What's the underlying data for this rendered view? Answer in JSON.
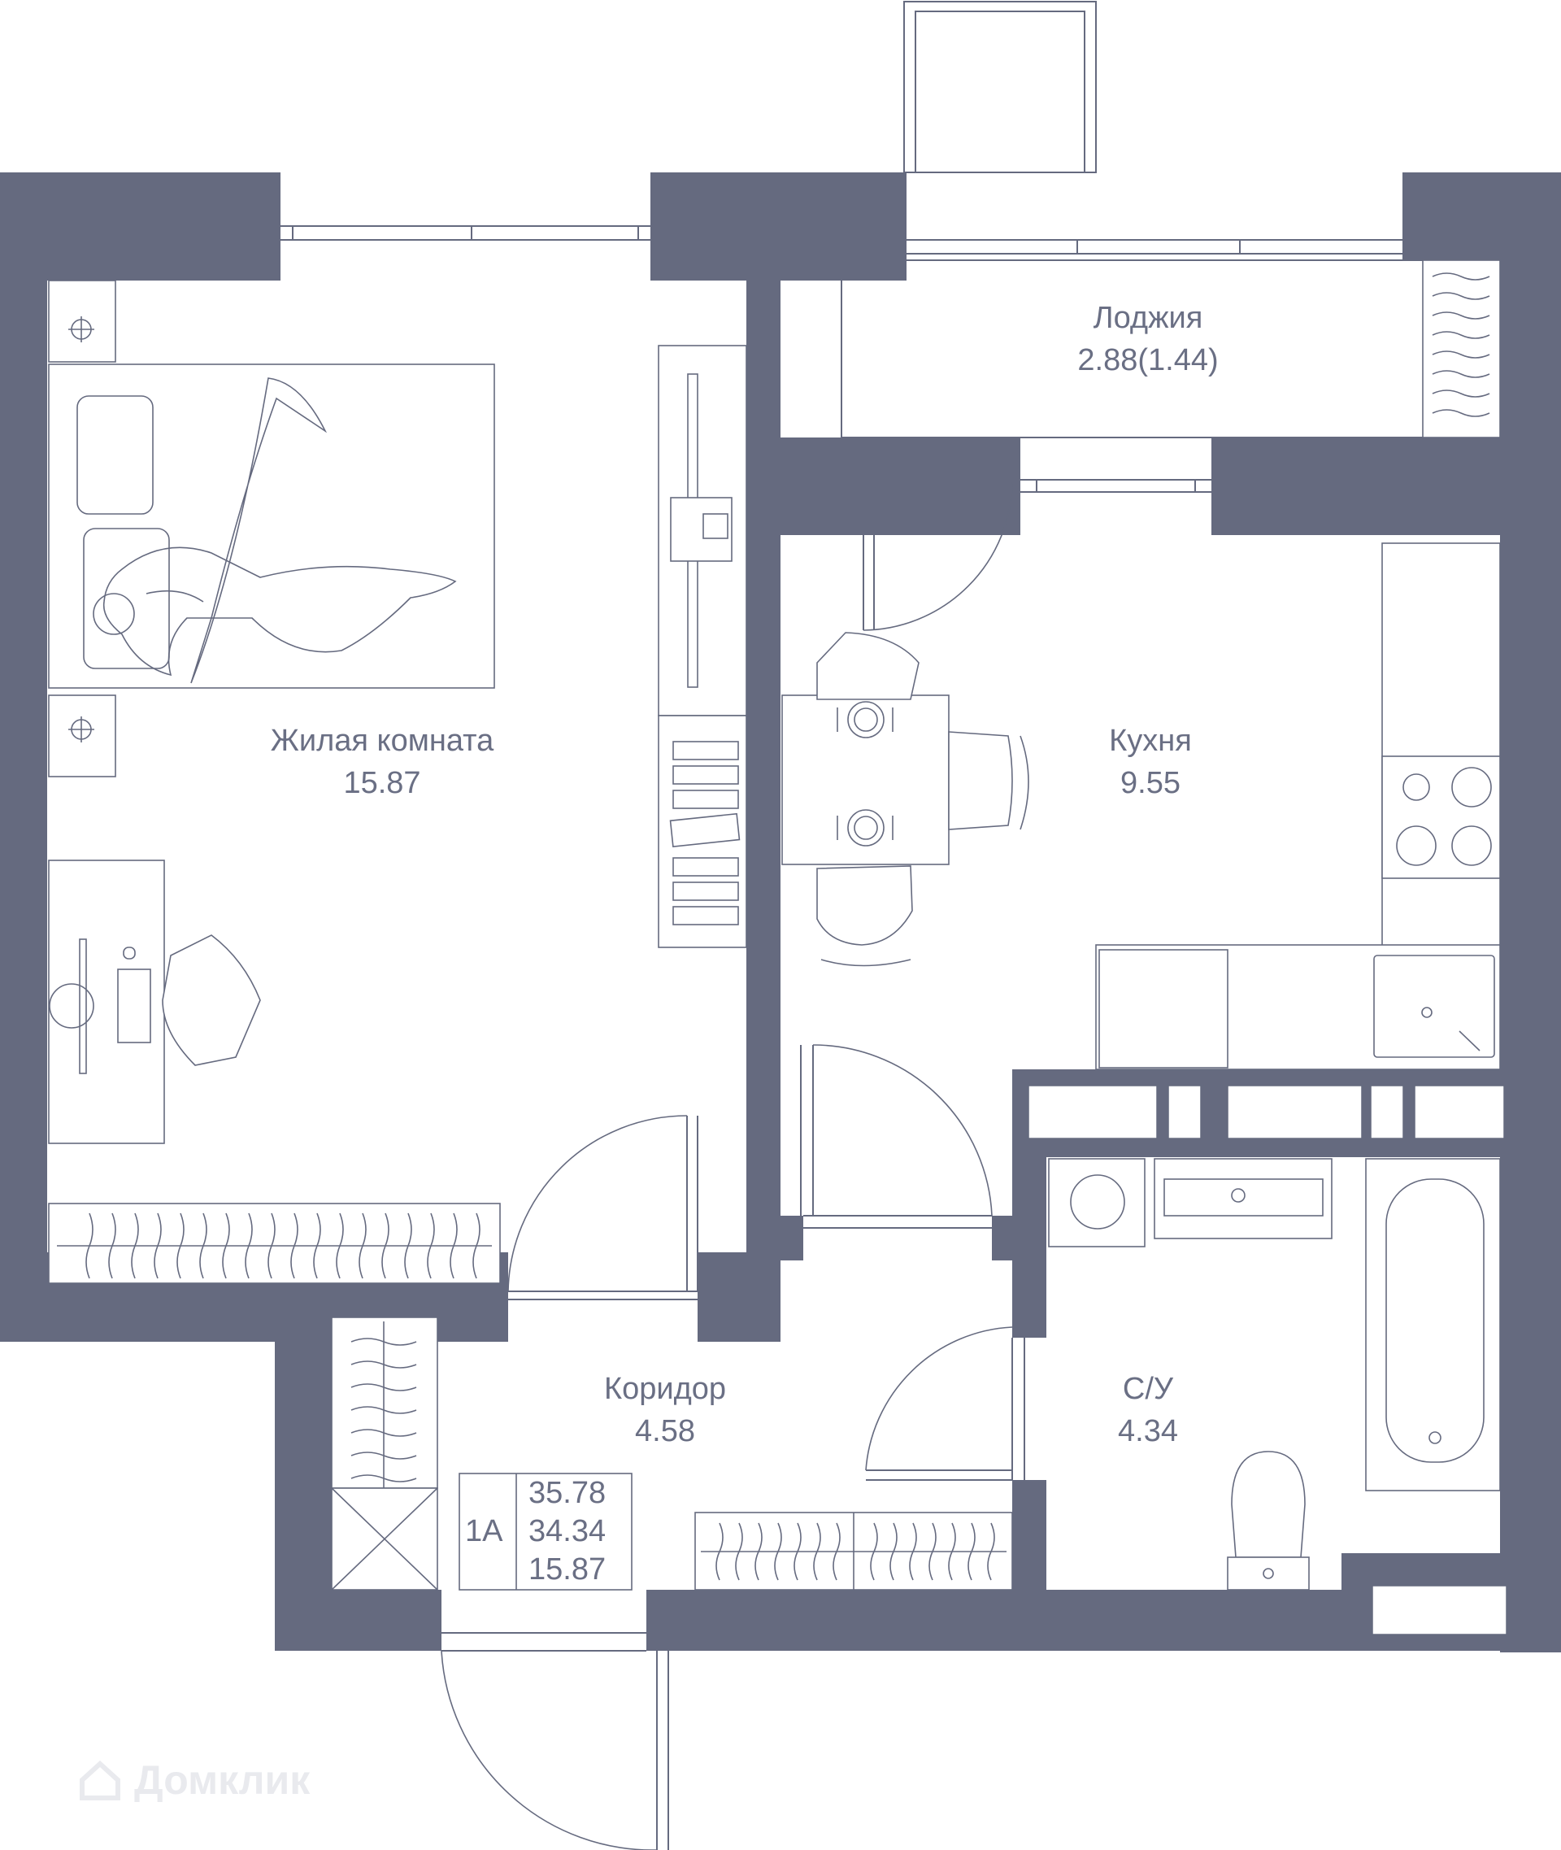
{
  "rooms": {
    "living": {
      "name": "Жилая комната",
      "area": "15.87"
    },
    "kitchen": {
      "name": "Кухня",
      "area": "9.55"
    },
    "loggia": {
      "name": "Лоджия",
      "area": "2.88(1.44)"
    },
    "corridor": {
      "name": "Коридор",
      "area": "4.58"
    },
    "bathroom": {
      "name": "С/У",
      "area": "4.34"
    }
  },
  "apartment": {
    "type": "1А",
    "total_area": "35.78",
    "area_without_loggia": "34.34",
    "living_area": "15.87"
  },
  "watermark": "Домклик",
  "colors": {
    "wall": "#656a7f",
    "text": "#6a6f84",
    "background": "#ffffff"
  }
}
